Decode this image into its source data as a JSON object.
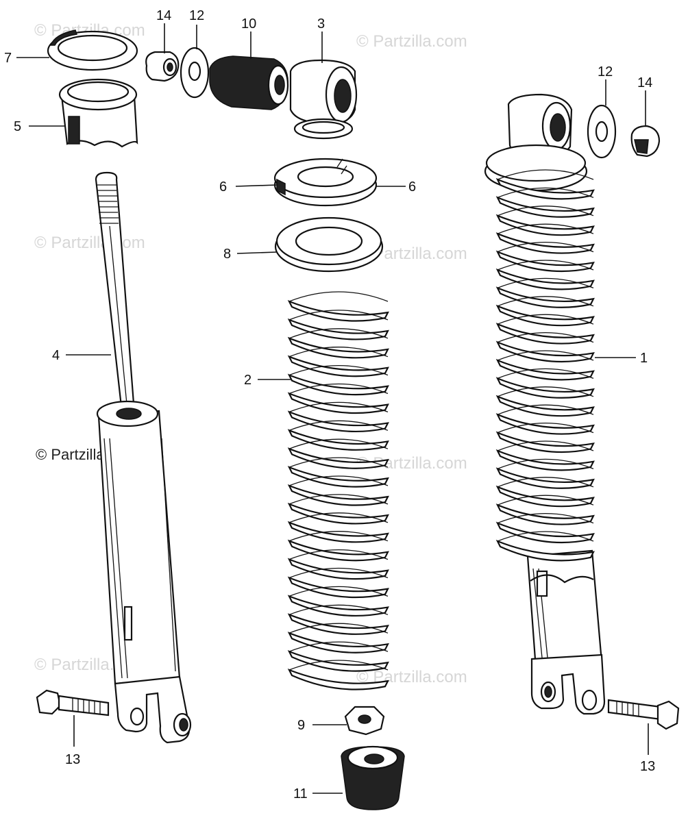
{
  "diagram": {
    "watermark": "© Partzilla.com",
    "callouts": {
      "p1": "1",
      "p2": "2",
      "p3": "3",
      "p4": "4",
      "p5": "5",
      "p6a": "6",
      "p6b": "6",
      "p7": "7",
      "p8": "8",
      "p9": "9",
      "p10": "10",
      "p11": "11",
      "p12a": "12",
      "p12b": "12",
      "p13a": "13",
      "p13b": "13",
      "p14a": "14",
      "p14b": "14"
    }
  }
}
